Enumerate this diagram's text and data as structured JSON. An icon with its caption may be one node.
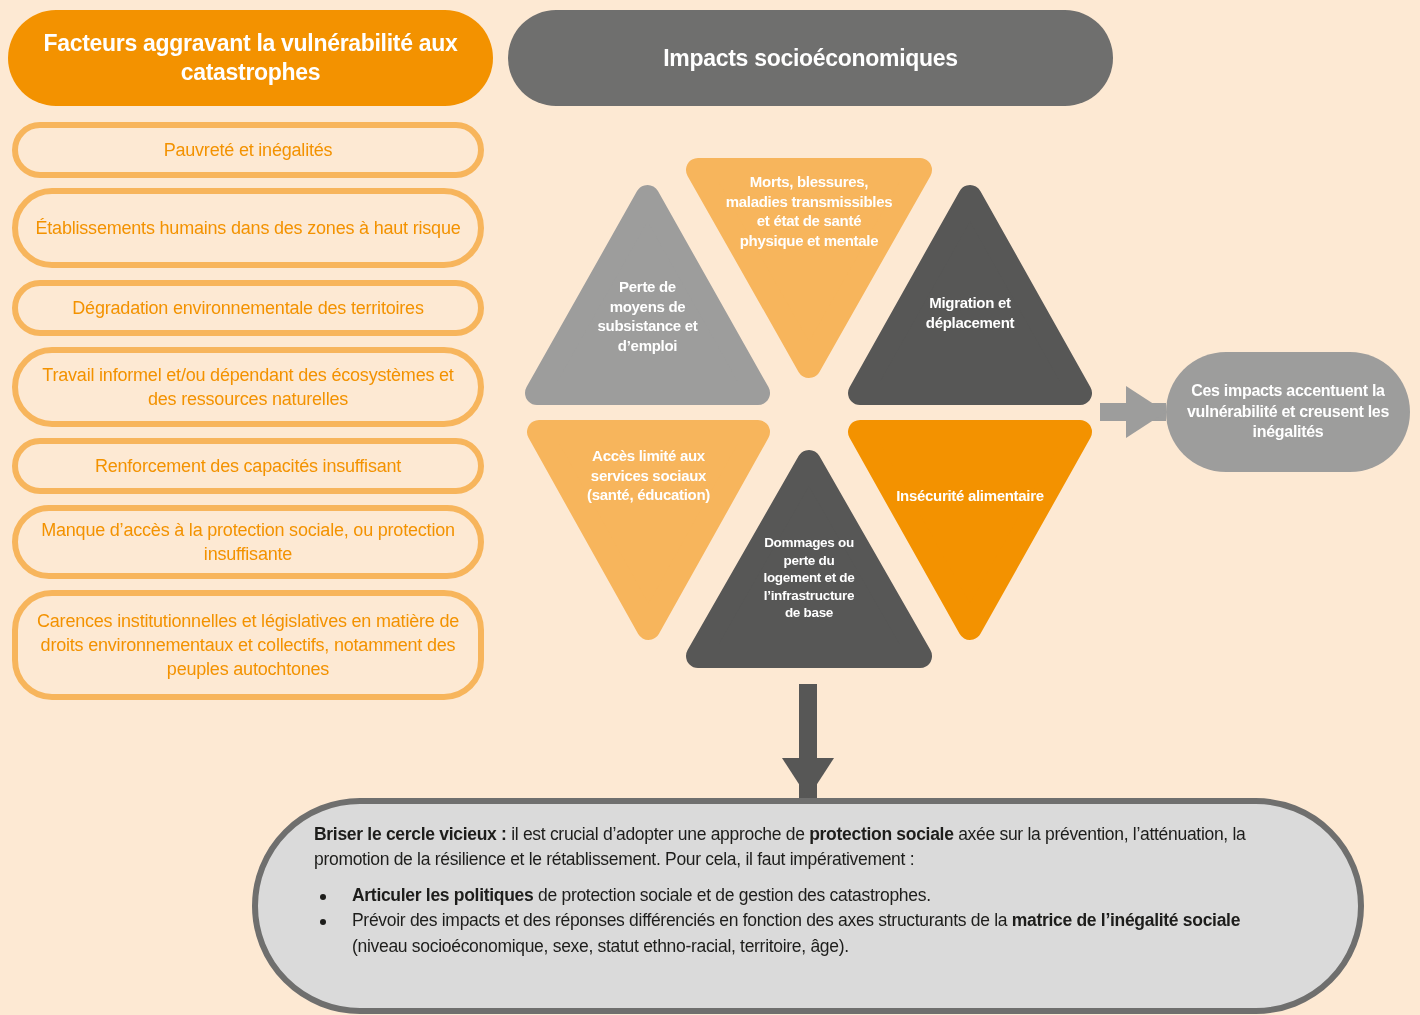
{
  "diagram": {
    "nodes": [
      {
        "text": [
          "Facteurs aggravant la vulnérabilité aux catastrophes"
        ]
      },
      {
        "text": [
          "Pauvreté et inégalités"
        ]
      },
      {
        "text": [
          "Établissements humains dans des zones à haut risque"
        ]
      },
      {
        "text": [
          "Dégradation environnementale des territoires"
        ]
      },
      {
        "text": [
          "Travail informel et/ou dépendant des écosystèmes et des ressources naturelles"
        ]
      },
      {
        "text": [
          "Renforcement des capacités insuffisant"
        ]
      },
      {
        "text": [
          "Manque d’accès à la protection sociale, ou protection insuffisante"
        ]
      },
      {
        "text": [
          "Carences institutionnelles et législatives en matière de droits environnementaux et collectifs, notamment des peuples autochtones"
        ]
      },
      {
        "text": [
          "Impacts socioéconomiques"
        ]
      },
      {
        "text": [
          "Perte de moyens de subsistance et d’emploi"
        ]
      },
      {
        "text": [
          "Morts, blessures, maladies transmissibles et état de santé physique et mentale"
        ]
      },
      {
        "text": [
          "Migration et déplacement"
        ]
      },
      {
        "text": [
          "Accès limité aux services sociaux (santé, éducation)"
        ]
      },
      {
        "text": [
          "Dommages ou perte du logement et de l’infrastructure de base"
        ]
      },
      {
        "text": [
          "Insécurité alimentaire"
        ]
      },
      {
        "text": [
          "Ces impacts accentuent la vulnérabilité et creusent les inégalités"
        ]
      },
      {
        "text": [
          "**Briser le cercle vicieux :** il est crucial d’adopter une approche de **protection sociale** axée sur la prévention, l’atténuation, la promotion de la résilience et le rétablissement. Pour cela, il faut impérativement :",
          "**Articuler les politiques** de protection sociale et de gestion des catastrophes.",
          "Prévoir des impacts et des réponses différenciés en fonction des axes structurants de la **matrice de l’inégalité sociale** (niveau socioéconomique, sexe, statut ethno-racial, territoire, âge)."
        ]
      }
    ],
    "edges": [
      {
        "from": null,
        "to": 15,
        "arrow": "to",
        "color": "#9d9d9c"
      },
      {
        "from": null,
        "to": 16,
        "arrow": "to",
        "color": "#575756"
      }
    ]
  }
}
